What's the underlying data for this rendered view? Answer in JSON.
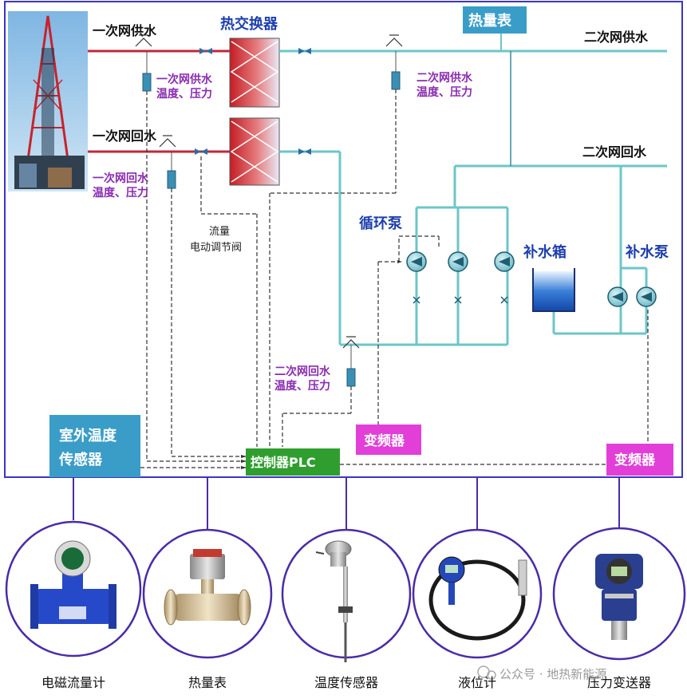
{
  "diagram": {
    "primary_supply": "一次网供水",
    "primary_return": "一次网回水",
    "heat_exchanger": "热交换器",
    "heat_meter": "热量表",
    "secondary_supply": "二次网供水",
    "secondary_return": "二次网回水",
    "primary_supply_sensor": [
      "一次网供水",
      "温度、压力"
    ],
    "primary_return_sensor": [
      "一次网回水",
      "温度、压力"
    ],
    "secondary_supply_sensor": [
      "二次网供水",
      "温度、压力"
    ],
    "secondary_return_sensor": [
      "二次网回水",
      "温度、压力"
    ],
    "valve": [
      "流量",
      "电动调节阀"
    ],
    "circulation_pump": "循环泵",
    "makeup_tank": "补水箱",
    "makeup_pump": "补水泵",
    "outdoor_sensor": [
      "室外温度",
      "传感器"
    ],
    "controller": "控制器PLC",
    "vfd_1": "变频器",
    "vfd_2": "变频器"
  },
  "devices": [
    {
      "label": "电磁流量计",
      "icon": "electromagnetic-flowmeter-icon"
    },
    {
      "label": "热量表",
      "icon": "heat-meter-icon"
    },
    {
      "label": "温度传感器",
      "icon": "temperature-sensor-icon"
    },
    {
      "label": "液位计",
      "icon": "level-gauge-icon"
    },
    {
      "label": "压力变送器",
      "icon": "pressure-transmitter-icon"
    }
  ],
  "watermark": "公众号 · 地热新能源",
  "colors": {
    "frame": "#3b34c9",
    "primary_pipe": "#c0283a",
    "secondary_pipe": "#6cc6c9",
    "sensor_label": "#8a2bb0",
    "heat_meter_box": "#3a9dc8",
    "outdoor_box": "#3a9dc8",
    "controller_box": "#2f9e2f",
    "vfd_box": "#e23fd8",
    "device_circle": "#4a2ba8"
  }
}
